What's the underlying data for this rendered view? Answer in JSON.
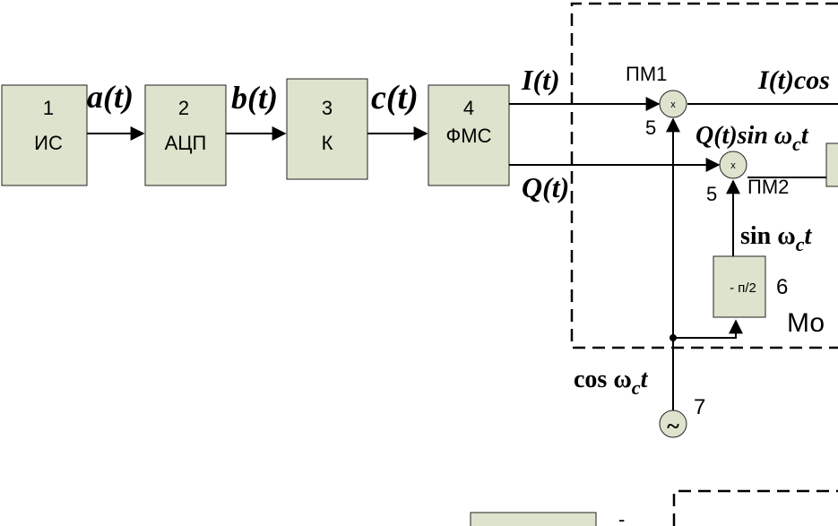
{
  "blocks": [
    {
      "num": "1",
      "name": "ИС"
    },
    {
      "num": "2",
      "name": "АЦП"
    },
    {
      "num": "3",
      "name": "К"
    },
    {
      "num": "4",
      "name": "ФМС"
    },
    {
      "name": "- п/2"
    }
  ],
  "signals": {
    "a": "a(t)",
    "b": "b(t)",
    "c": "c(t)",
    "I": "I(t)",
    "Q": "Q(t)",
    "I_cos": "I(t)cos",
    "Q_sin": "Q(t)sin ω",
    "Q_sin_sub": "c",
    "Q_sin_t": "t",
    "sin": "sin ω",
    "sin_sub": "c",
    "sin_t": "t",
    "cos": "cos ω",
    "cos_sub": "c",
    "cos_t": "t"
  },
  "markers": {
    "pm1": "ПМ1",
    "pm2": "ПМ2",
    "n5a": "5",
    "n5b": "5",
    "n6": "6",
    "n7": "7",
    "mod": "Мо",
    "mult": "x",
    "tilde": "~",
    "dash_char": "-"
  }
}
